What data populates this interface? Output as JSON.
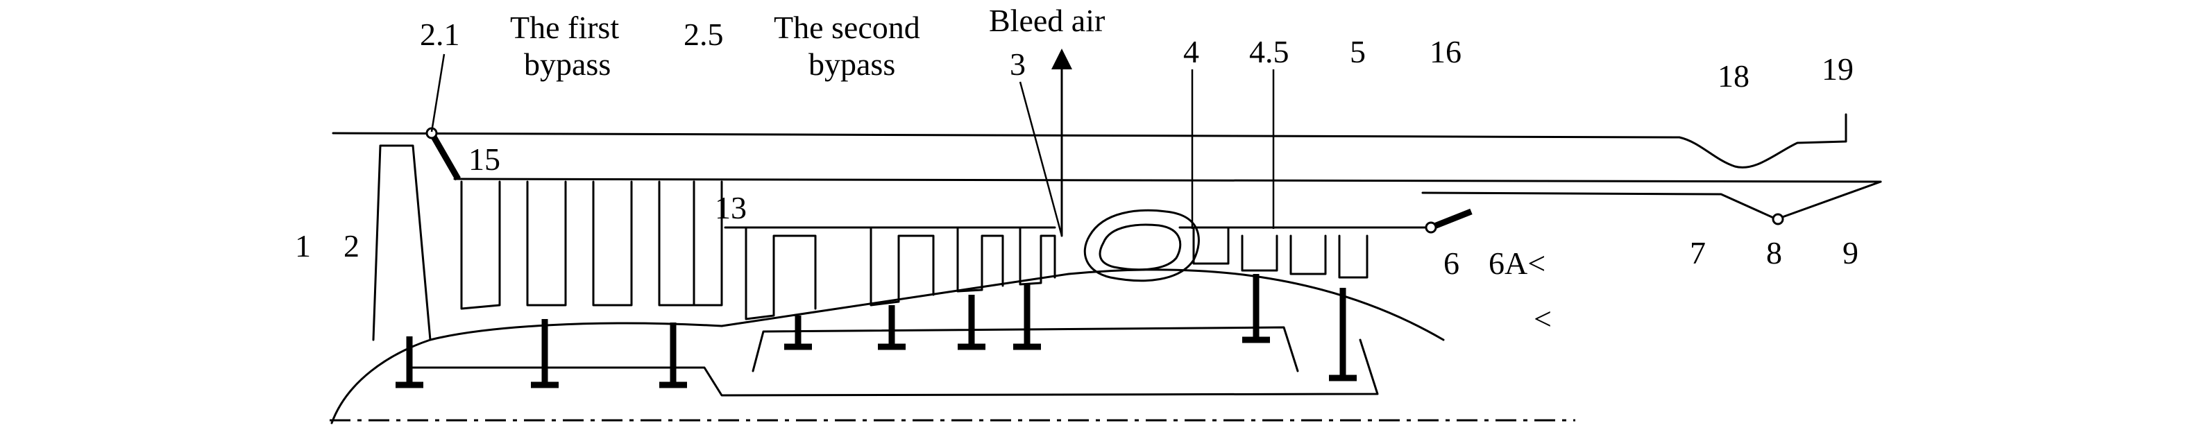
{
  "labels": {
    "s1": "1",
    "s2": "2",
    "s21": "2.1",
    "first_bypass_line1": "The first",
    "first_bypass_line2": "bypass",
    "s15": "15",
    "s25": "2.5",
    "s13": "13",
    "second_bypass_line1": "The second",
    "second_bypass_line2": "bypass",
    "bleed_air": "Bleed air",
    "s3": "3",
    "s4": "4",
    "s45": "4.5",
    "s5": "5",
    "s16": "16",
    "s6": "6",
    "s6a": "6A<",
    "lt_mark": "<",
    "s7": "7",
    "s8": "8",
    "s9": "9",
    "s18": "18",
    "s19": "19"
  }
}
